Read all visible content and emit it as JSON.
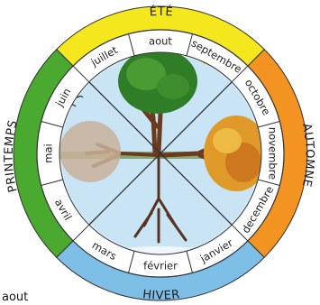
{
  "seasons": {
    "ete": "ÉTÉ",
    "automne": "AUTOMNE",
    "hiver": "HIVER",
    "printemps": "PRINTEMPS"
  },
  "months": [
    "juillet",
    "aout",
    "septembre",
    "octobre",
    "novembre",
    "decembre",
    "janvier",
    "février",
    "mars",
    "avril",
    "mai",
    "juin"
  ],
  "stray_label": "aout",
  "colors": {
    "ete": "#f5e71e",
    "automne": "#f39321",
    "hiver": "#7dbfe6",
    "printemps": "#4aa92f",
    "sky": "#d7ecf8",
    "ground": "#6b8f3a",
    "trunk": "#6b3a1f",
    "summer_foliage": "#2f7d26",
    "autumn_foliage": "#e09a2a",
    "spring_foliage": "#c9b29a",
    "winter_roots": "#5a3320",
    "sun": "#ffe14d"
  }
}
